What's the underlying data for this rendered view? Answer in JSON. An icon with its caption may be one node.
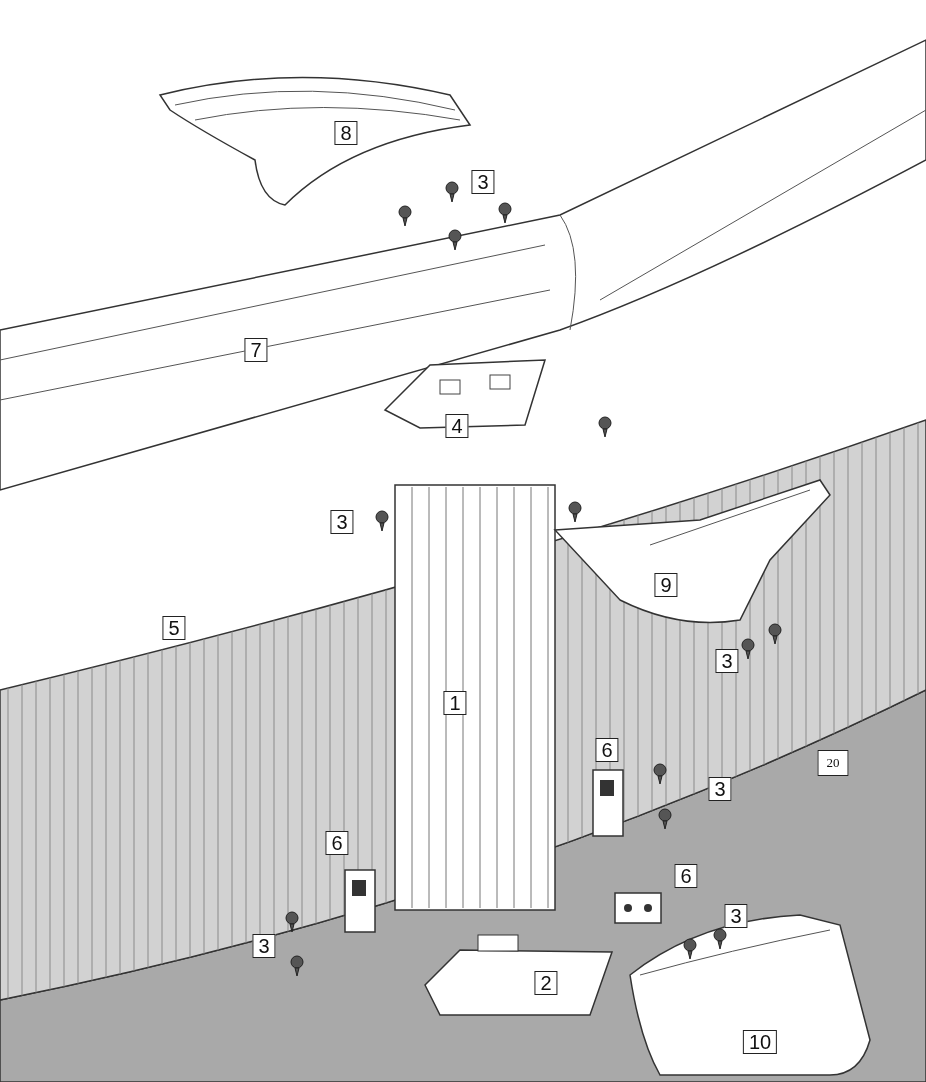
{
  "diagram": {
    "labels": [
      "8",
      "3",
      "7",
      "4",
      "3",
      "9",
      "5",
      "3",
      "1",
      "6",
      "20",
      "3",
      "6",
      "6",
      "3",
      "3",
      "2",
      "10"
    ]
  }
}
